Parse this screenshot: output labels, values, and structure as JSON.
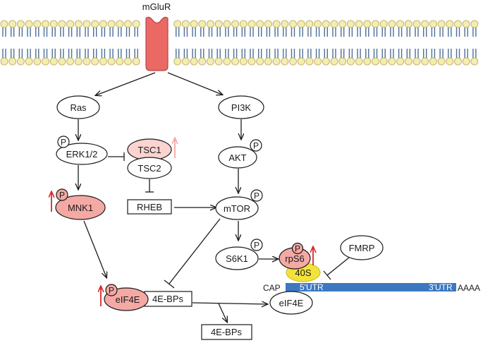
{
  "membrane": {
    "receptor_label": "mGluR",
    "head_color": "#f3edb1",
    "tail_color": "#4c6f96",
    "receptor_color": "#ea6965"
  },
  "nodes": {
    "ras": "Ras",
    "pi3k": "PI3K",
    "erk": "ERK1/2",
    "tsc1": "TSC1",
    "tsc2": "TSC2",
    "akt": "AKT",
    "mnk1": "MNK1",
    "rheb": "RHEB",
    "mtor": "mTOR",
    "s6k1": "S6K1",
    "rps6": "rpS6",
    "fmrp": "FMRP",
    "s40": "40S",
    "eif4e_left": "eIF4E",
    "four_ebps_bound": "4E-BPs",
    "eif4e_right": "eIF4E",
    "four_ebps_free": "4E-BPs"
  },
  "phospho_label": "P",
  "mrna": {
    "cap": "CAP",
    "utr5": "5'UTR",
    "utr3": "3'UTR",
    "polya": "AAAA",
    "color": "#3c78c0"
  },
  "colors": {
    "pink": "#f4a9a4",
    "light_pink": "#fbd3cf",
    "yellow": "#f2e33a",
    "arrow_up": "#d6292b",
    "arrow_up_light": "#f3a7a4"
  }
}
